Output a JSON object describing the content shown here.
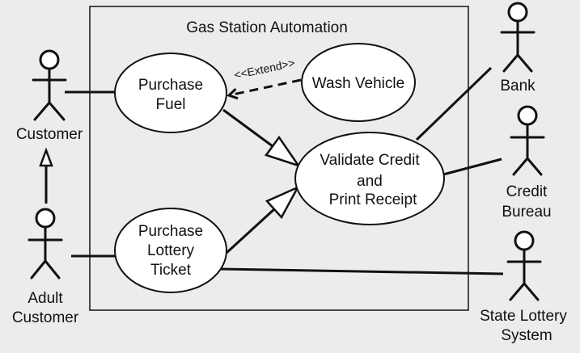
{
  "colors": {
    "background": "#ececec",
    "line": "#111111",
    "ellipse_fill": "#ffffff",
    "boundary_fill": "#ececec"
  },
  "system": {
    "title": "Gas Station Automation"
  },
  "actors": {
    "customer": {
      "label": "Customer"
    },
    "adult_customer": {
      "label_line1": "Adult",
      "label_line2": "Customer"
    },
    "bank": {
      "label": "Bank"
    },
    "credit_bureau": {
      "label_line1": "Credit",
      "label_line2": "Bureau"
    },
    "state_lottery": {
      "label_line1": "State Lottery",
      "label_line2": "System"
    }
  },
  "use_cases": {
    "purchase_fuel": {
      "line1": "Purchase",
      "line2": "Fuel"
    },
    "wash_vehicle": {
      "line1": "Wash Vehicle"
    },
    "validate_credit": {
      "line1": "Validate Credit",
      "line2": "and",
      "line3": "Print Receipt"
    },
    "purchase_lottery": {
      "line1": "Purchase",
      "line2": "Lottery",
      "line3": "Ticket"
    }
  },
  "relationships": {
    "extend_label": "<<Extend>>"
  }
}
